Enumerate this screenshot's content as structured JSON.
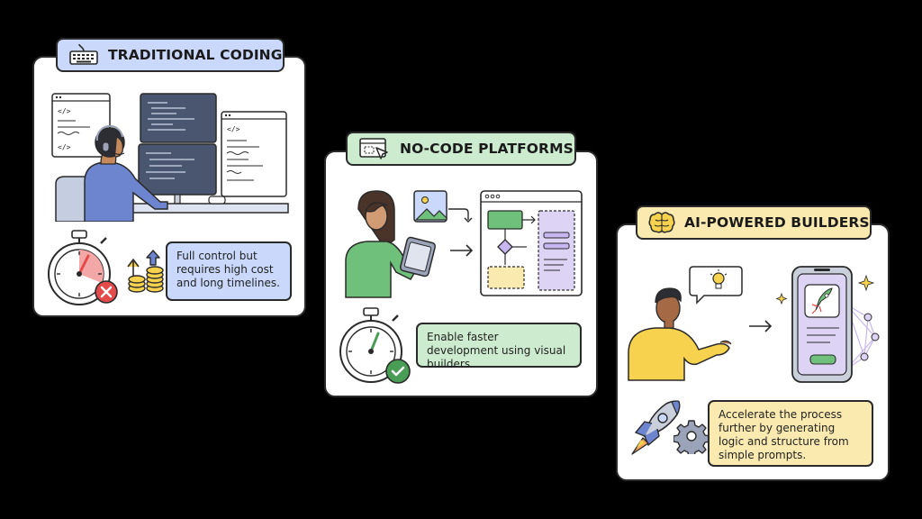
{
  "panels": [
    {
      "title": "TRADITIONAL CODING",
      "description": "Full control but requires high cost and long timelines.",
      "icon": "keyboard-icon",
      "accent": "#c9d8fb"
    },
    {
      "title": "NO-CODE PLATFORMS",
      "description": "Enable faster development using visual builders.",
      "icon": "cursor-window-icon",
      "accent": "#cdeccf"
    },
    {
      "title": "AI-POWERED BUILDERS",
      "description": "Accelerate the process further by generating logic and structure from simple prompts.",
      "icon": "brain-icon",
      "accent": "#faeab0"
    }
  ],
  "colors": {
    "background": "#000000",
    "outline": "#2a2a2a",
    "red": "#e34b4b",
    "green": "#4a9d55",
    "purple": "#dcd3f5"
  }
}
